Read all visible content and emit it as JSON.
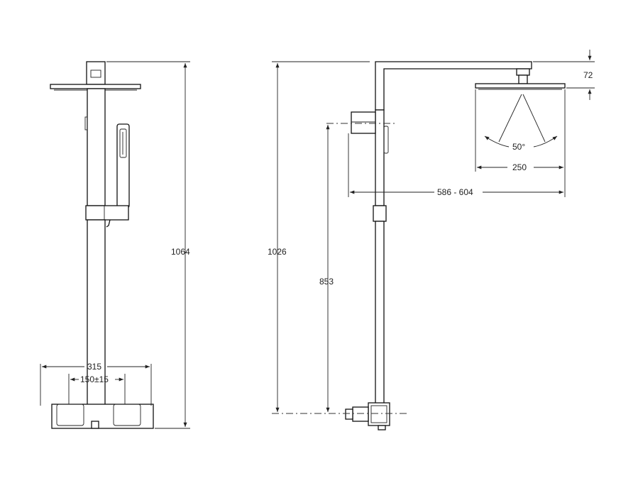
{
  "dimensions": {
    "front_total_height": "1064",
    "side_height": "1026",
    "outlet_height": "853",
    "arm_projection": "586 - 604",
    "head_diameter": "250",
    "head_drop": "72",
    "spray_angle": "50°",
    "valve_width": "315",
    "inlet_centers": "150±15"
  }
}
